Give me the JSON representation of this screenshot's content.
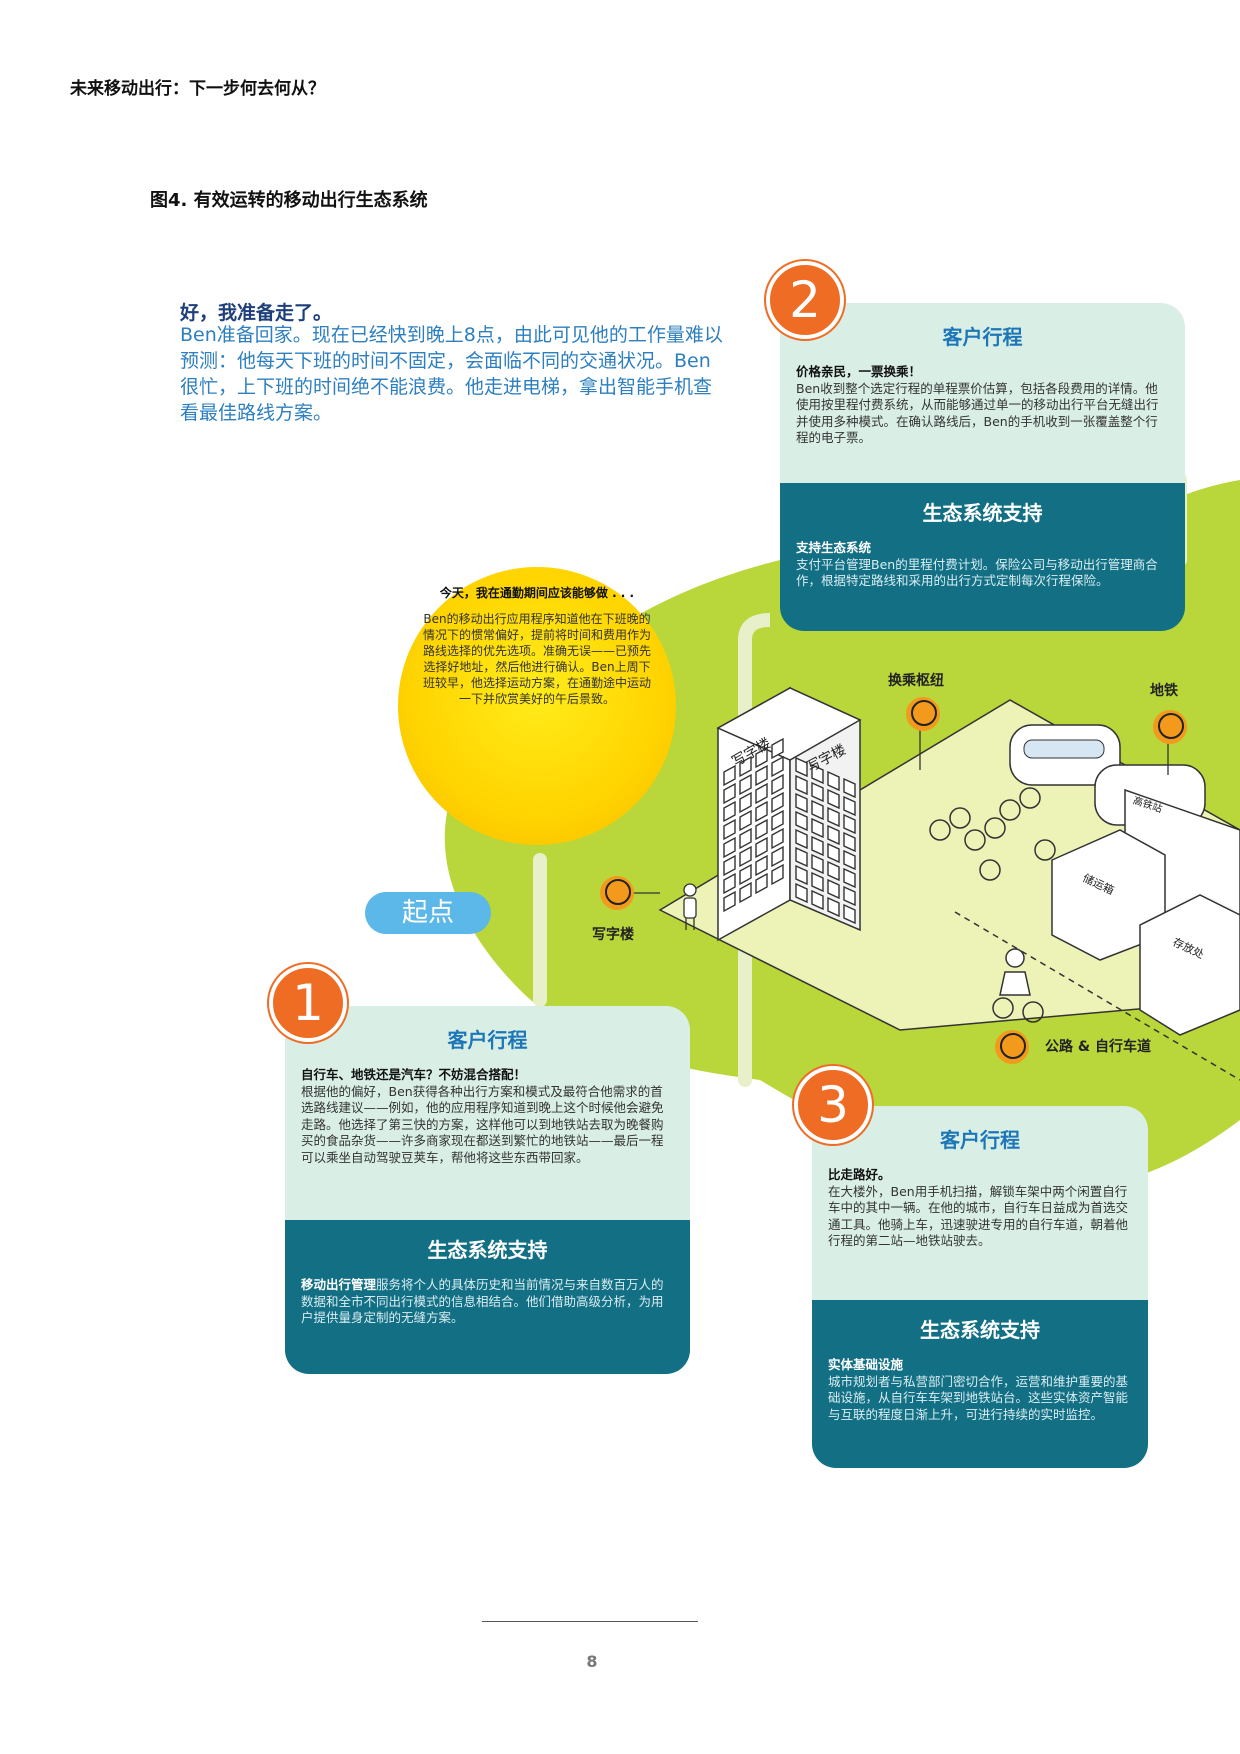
{
  "running_head": "未来移动出行：下一步何去何从？",
  "figure_title": "图4. 有效运转的移动出行生态系统",
  "intro": {
    "title": "好，我准备走了。",
    "body": "Ben准备回家。现在已经快到晚上8点，由此可见他的工作量难以预测：他每天下班的时间不固定，会面临不同的交通状况。Ben很忙，上下班的时间绝不能浪费。他走进电梯，拿出智能手机查看最佳路线方案。"
  },
  "thought": {
    "title": "今天，我在通勤期间应该能够做 . . .",
    "body": "Ben的移动出行应用程序知道他在下班晚的情况下的惯常偏好，提前将时间和费用作为路线选择的优先选项。准确无误——已预先选择好地址，然后他进行确认。Ben上周下班较早，他选择运动方案，在通勤途中运动一下并欣赏美好的午后景致。"
  },
  "start_label": "起点",
  "map_labels": {
    "office": "写字楼",
    "building_face_1": "写字楼",
    "building_face_2": "写字楼",
    "hub": "换乘枢纽",
    "metro": "地铁",
    "road": "公路 & 自行车道",
    "box_1": "储运箱",
    "box_2": "存放处",
    "station": "高铁站"
  },
  "cards": [
    {
      "number": "1",
      "journey_title": "客户行程",
      "journey_lead": "自行车、地铁还是汽车？不妨混合搭配！",
      "journey_text": "根据他的偏好，Ben获得各种出行方案和模式及最符合他需求的首选路线建议——例如，他的应用程序知道到晚上这个时候他会避免走路。他选择了第三快的方案，这样他可以到地铁站去取为晚餐购买的食品杂货——许多商家现在都送到繁忙的地铁站——最后一程可以乘坐自动驾驶豆荚车，帮他将这些东西带回家。",
      "eco_title": "生态系统支持",
      "eco_lead": "移动出行管理",
      "eco_text": "服务将个人的具体历史和当前情况与来自数百万人的数据和全市不同出行模式的信息相结合。他们借助高级分析，为用户提供量身定制的无缝方案。"
    },
    {
      "number": "2",
      "journey_title": "客户行程",
      "journey_lead": "价格亲民，一票换乘！",
      "journey_text": "Ben收到整个选定行程的单程票价估算，包括各段费用的详情。他使用按里程付费系统，从而能够通过单一的移动出行平台无缝出行并使用多种模式。在确认路线后，Ben的手机收到一张覆盖整个行程的电子票。",
      "eco_title": "生态系统支持",
      "eco_lead": "支持生态系统",
      "eco_text": "支付平台管理Ben的里程付费计划。保险公司与移动出行管理商合作，根据特定路线和采用的出行方式定制每次行程保险。"
    },
    {
      "number": "3",
      "journey_title": "客户行程",
      "journey_lead": "比走路好。",
      "journey_text": "在大楼外，Ben用手机扫描，解锁车架中两个闲置自行车中的其中一辆。在他的城市，自行车日益成为首选交通工具。他骑上车，迅速驶进专用的自行车道，朝着他行程的第二站—地铁站驶去。",
      "eco_title": "生态系统支持",
      "eco_lead": "实体基础设施",
      "eco_text": "城市规划者与私营部门密切合作，运营和维护重要的基础设施，从自行车车架到地铁站台。这些实体资产智能与互联的程度日渐上升，可进行持续的实时监控。"
    }
  ],
  "page_number": "8",
  "colors": {
    "map_green": "#b9d63a",
    "journey_bg": "#d9efe6",
    "eco_bg": "#136f84",
    "badge": "#ef6c25",
    "start_pill": "#5bb8e8",
    "sun": "#ffd400"
  }
}
